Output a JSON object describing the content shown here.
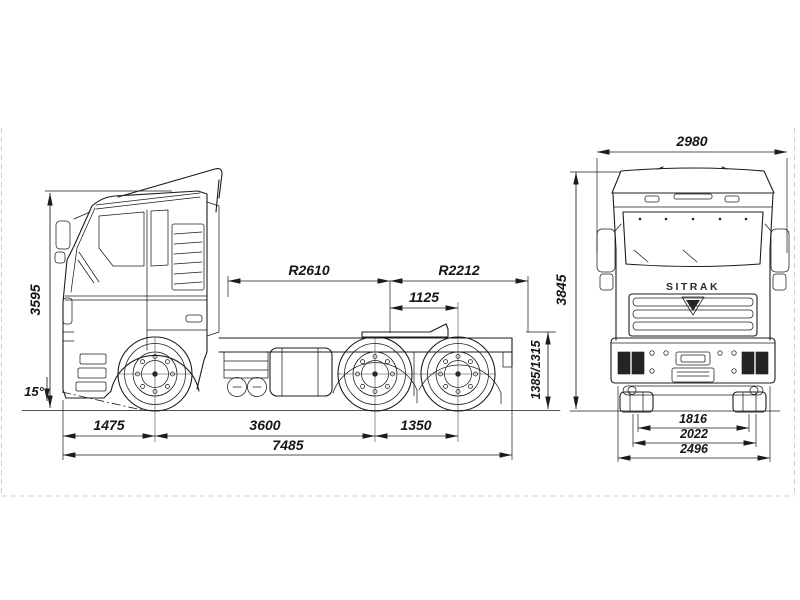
{
  "page": {
    "background": "#ffffff",
    "line_color": "#1c1c1c",
    "border_color": "#cccccc"
  },
  "drawing": {
    "brand": "SITRAK",
    "side_view": {
      "dims": {
        "overall_height": "3595",
        "approach_angle": "15°",
        "front_swing_radius": "R2610",
        "rear_swing_radius": "R2212",
        "fifth_wheel_to_rear_axle": "1125",
        "fifth_wheel_height": "1385/1315",
        "front_overhang": "1475",
        "wheelbase": "3600",
        "rear_axle_spacing": "1350",
        "overall_length": "7485"
      }
    },
    "front_view": {
      "dims": {
        "width_over_mirrors": "2980",
        "overall_height": "3845",
        "front_track": "1816",
        "width_over_front_tyres": "2022",
        "overall_width": "2496"
      }
    }
  }
}
